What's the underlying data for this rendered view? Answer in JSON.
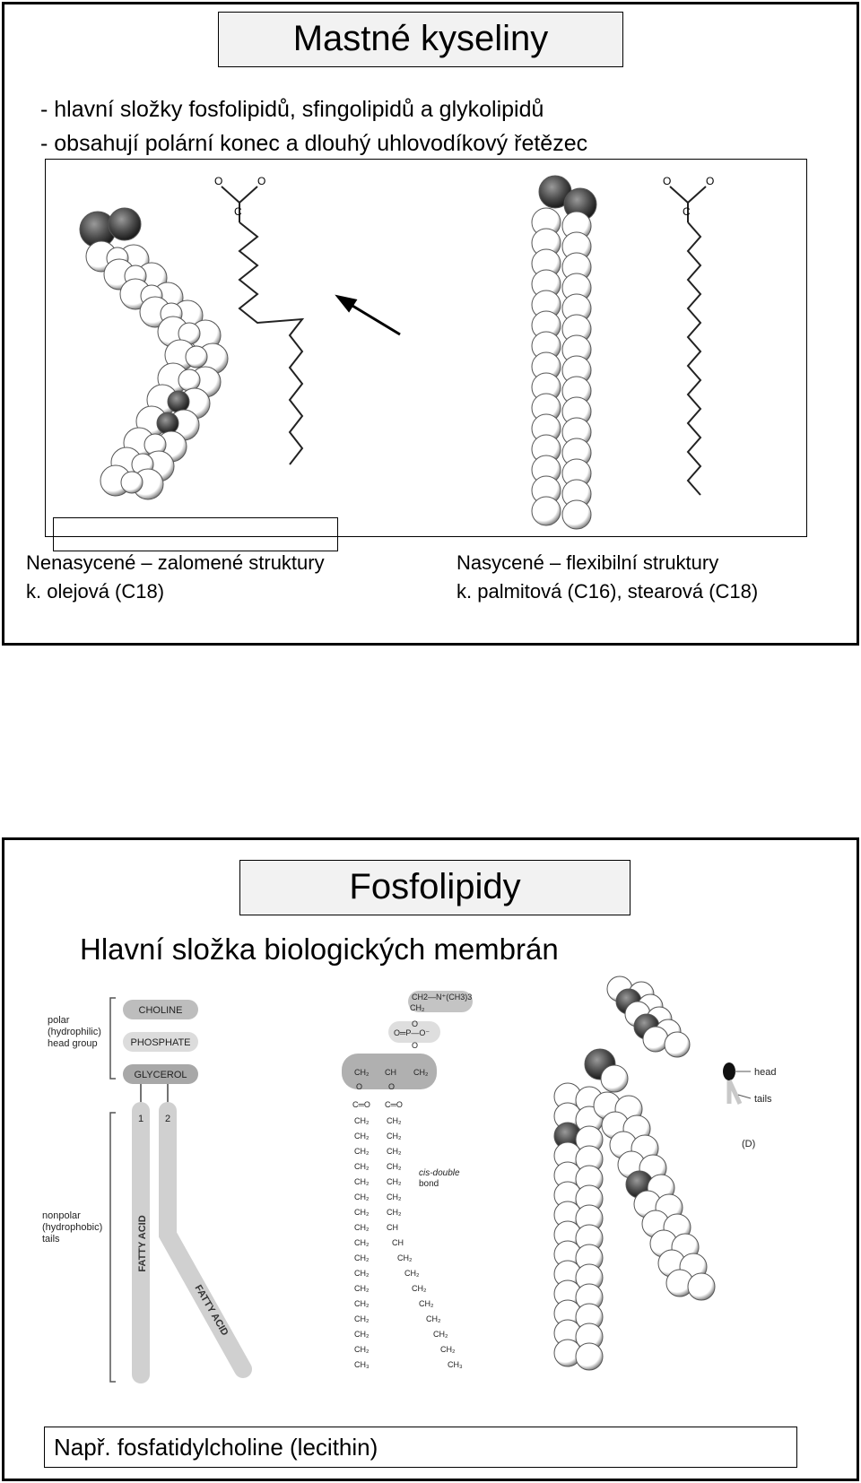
{
  "slide1": {
    "title": "Mastné kyseliny",
    "bullets": [
      "- hlavní složky fosfolipidů, sfingolipidů a glykolipidů",
      "- obsahují polární konec a dlouhý uhlovodíkový řetězec"
    ],
    "unsaturated_caption": {
      "line1": "Nenasycené – zalomené struktury",
      "line2": "k. olejová (C18)"
    },
    "saturated_caption": {
      "line1": "Nasycené – flexibilní struktury",
      "line2": "k. palmitová (C16), stearová (C18)"
    }
  },
  "slide2": {
    "title": "Fosfolipidy",
    "subtitle": "Hlavní složka biologických membrán",
    "scheme": {
      "polar_label": [
        "polar",
        "(hydrophilic)",
        "head group"
      ],
      "nonpolar_label": [
        "nonpolar",
        "(hydrophobic)",
        "tails"
      ],
      "head_groups": [
        "CHOLINE",
        "PHOSPHATE",
        "GLYCEROL"
      ],
      "tail_numbers": [
        "1",
        "2"
      ],
      "tail_label": "FATTY ACID"
    },
    "formula": {
      "choline": "CH2—N⁺(CH3)3",
      "cis_label": [
        "cis-double",
        "bond"
      ]
    },
    "icon_labels": {
      "head": "head",
      "tails": "tails",
      "panel": "(D)"
    },
    "example": "Např. fosfatidylcholine (lecithin)"
  }
}
